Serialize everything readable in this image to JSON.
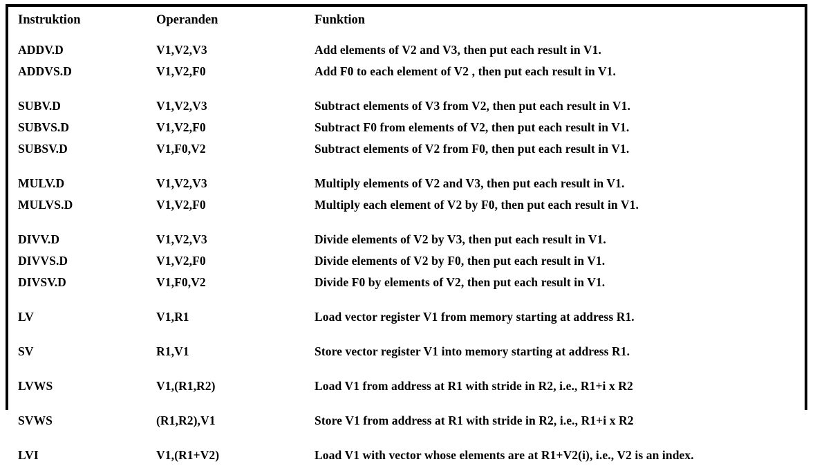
{
  "document": {
    "type": "instruction-set-table",
    "language": "de",
    "columns": [
      {
        "key": "instruction",
        "label": "Instruktion"
      },
      {
        "key": "operands",
        "label": "Operanden"
      },
      {
        "key": "function",
        "label": "Funktion"
      }
    ],
    "colors": {
      "background": "#ffffff",
      "text": "#000000",
      "border": "#000000"
    },
    "groups": [
      {
        "id": "add-group",
        "rows": [
          {
            "instruction": "ADDV.D",
            "operands": "V1,V2,V3",
            "function": "Add elements of V2 and V3, then put each result in V1."
          },
          {
            "instruction": "ADDVS.D",
            "operands": "V1,V2,F0",
            "function": "Add F0 to each element of V2 , then put each result in V1."
          }
        ]
      },
      {
        "id": "sub-group",
        "rows": [
          {
            "instruction": "SUBV.D",
            "operands": "V1,V2,V3",
            "function": "Subtract elements of V3 from V2, then put each result in V1."
          },
          {
            "instruction": "SUBVS.D",
            "operands": "V1,V2,F0",
            "function": "Subtract F0 from elements of V2, then put each result in V1."
          },
          {
            "instruction": "SUBSV.D",
            "operands": "V1,F0,V2",
            "function": "Subtract elements of V2 from F0, then put each result in V1."
          }
        ]
      },
      {
        "id": "mul-group",
        "rows": [
          {
            "instruction": "MULV.D",
            "operands": "V1,V2,V3",
            "function": "Multiply elements of V2 and V3, then put each result in V1."
          },
          {
            "instruction": "MULVS.D",
            "operands": "V1,V2,F0",
            "function": "Multiply each element of V2 by F0, then put each result in V1."
          }
        ]
      },
      {
        "id": "div-group",
        "rows": [
          {
            "instruction": "DIVV.D",
            "operands": "V1,V2,V3",
            "function": "Divide elements of V2 by V3, then put each result in V1."
          },
          {
            "instruction": "DIVVS.D",
            "operands": "V1,V2,F0",
            "function": "Divide elements of V2 by F0, then put each result in V1."
          },
          {
            "instruction": "DIVSV.D",
            "operands": "V1,F0,V2",
            "function": "Divide F0 by elements of V2, then put each result in V1."
          }
        ]
      },
      {
        "id": "lv-group",
        "rows": [
          {
            "instruction": "LV",
            "operands": "V1,R1",
            "function": "Load vector register V1 from memory starting at address R1."
          }
        ]
      },
      {
        "id": "sv-group",
        "rows": [
          {
            "instruction": "SV",
            "operands": "R1,V1",
            "function": "Store vector register V1 into memory starting at address R1."
          }
        ]
      },
      {
        "id": "lvws-group",
        "rows": [
          {
            "instruction": "LVWS",
            "operands": "V1,(R1,R2)",
            "function": "Load V1 from address at R1 with stride in R2, i.e., R1+i x R2"
          }
        ]
      },
      {
        "id": "svws-group",
        "rows": [
          {
            "instruction": "SVWS",
            "operands": "(R1,R2),V1",
            "function": "Store V1 from address at R1 with stride in R2, i.e., R1+i x R2"
          }
        ]
      },
      {
        "id": "lvi-group",
        "rows": [
          {
            "instruction": "LVI",
            "operands": "V1,(R1+V2)",
            "function": "Load V1 with vector whose elements are at R1+V2(i), i.e., V2 is an index."
          }
        ]
      }
    ]
  }
}
